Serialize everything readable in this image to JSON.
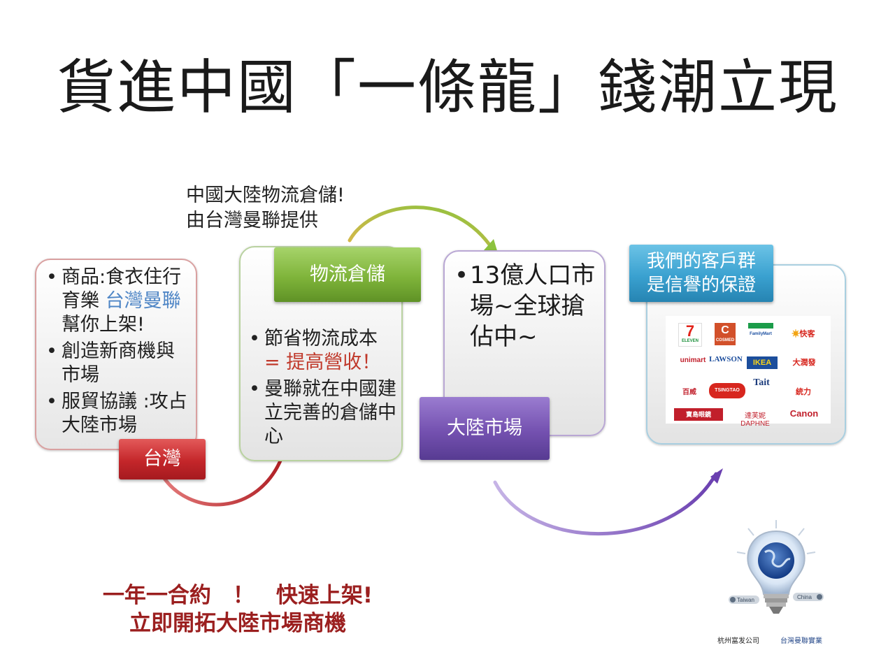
{
  "title": "貨進中國「一條龍」錢潮立現",
  "note": {
    "line1": "中國大陸物流倉儲!",
    "line2": "由台灣曼聯提供"
  },
  "taiwan": {
    "tag": "台灣",
    "item1_a": "商品:食衣住行育樂 ",
    "item1_b": "台灣曼聯",
    "item1_c": "幫你上架!",
    "item2": "創造新商機與市場",
    "item3": "服貿協議 :攻占大陸市場"
  },
  "logistics": {
    "tag": "物流倉儲",
    "item1_a": "節省物流成本",
    "item1_b": "= 提高營收",
    "item1_c": "！",
    "item2": "曼聯就在中國建立完善的倉儲中心"
  },
  "china": {
    "tag": "大陸市場",
    "item1": "13億人口市場~全球搶佔中~"
  },
  "clients": {
    "tag_line1": "我們的客戶群",
    "tag_line2": "是信譽的保證",
    "logos": [
      "ELEVEN",
      "COSMED",
      "FamilyMart",
      "快客",
      "unimart",
      "LAWSON",
      "IKEA",
      "大潤發",
      "百威",
      "TSINGTAO",
      "Tait",
      "統力",
      "寶島眼鏡",
      "達芙妮 DAPHNE",
      "Canon"
    ]
  },
  "slogan": {
    "line1": "一年一合約　！　快速上架!",
    "line2": "立即開拓大陸市場商機"
  },
  "bulb": {
    "label_left": "Taiwan",
    "label_right": "China"
  },
  "company": {
    "left": "杭州富发公司",
    "right": "台灣曼聯實業"
  },
  "colors": {
    "red": "#c4262a",
    "green": "#7fb43a",
    "purple": "#7451b0",
    "blue": "#3aa1d0",
    "slogan": "#9b1f1f"
  }
}
